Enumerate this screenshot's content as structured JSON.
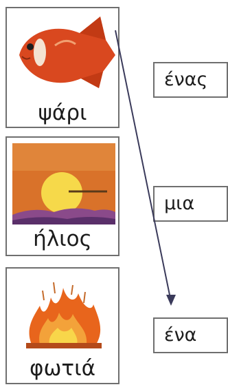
{
  "cards": [
    {
      "word": "ψάρι",
      "image": "fish"
    },
    {
      "word": "ήλιος",
      "image": "sun"
    },
    {
      "word": "φωτιά",
      "image": "fire"
    }
  ],
  "articles": [
    "ένας",
    "μια",
    "ένα"
  ],
  "colors": {
    "border": "#6f6f6f",
    "line": "#3a3a5a",
    "fish": "#d9481f",
    "sun_bg": "#d9722a",
    "sun": "#f6d94a",
    "fire": "#e8651c"
  }
}
